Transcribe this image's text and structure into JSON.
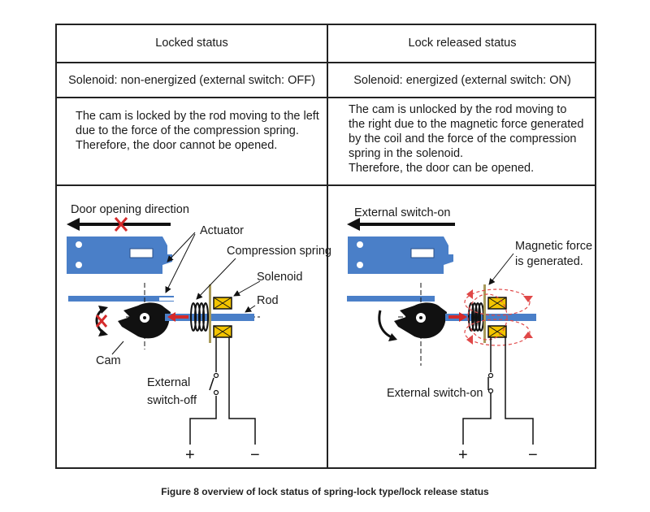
{
  "table": {
    "left": {
      "header": "Locked status",
      "solenoid_state": "Solenoid: non-energized (external switch: OFF)",
      "description": [
        "The cam is locked by the rod moving to the left",
        "due to the force of the compression spring.",
        "Therefore, the door cannot be opened."
      ]
    },
    "right": {
      "header": "Lock released status",
      "solenoid_state": "Solenoid: energized (external switch: ON)",
      "description": [
        "The cam is unlocked by the rod moving to",
        "the right due to the magnetic force generated",
        "by the coil and the force of the compression",
        "spring in the solenoid.",
        "Therefore, the door can be opened."
      ]
    }
  },
  "left_diagram": {
    "door_direction": "Door opening direction",
    "actuator": "Actuator",
    "compression_spring": "Compression spring",
    "solenoid": "Solenoid",
    "rod": "Rod",
    "cam": "Cam",
    "switch_label_1": "External",
    "switch_label_2": "switch-off",
    "plus": "+",
    "minus": "−"
  },
  "right_diagram": {
    "switch_on_top": "External switch-on",
    "magnetic_1": "Magnetic force",
    "magnetic_2": "is generated.",
    "switch_on_bottom": "External switch-on",
    "plus": "+",
    "minus": "−"
  },
  "caption": "Figure 8 overview of lock status of spring-lock type/lock release status",
  "colors": {
    "actuator_blue": "#4a7fc8",
    "arrow_red": "#d42a2a",
    "coil_yellow": "#f3c400",
    "plate_olive": "#a89a5a"
  }
}
